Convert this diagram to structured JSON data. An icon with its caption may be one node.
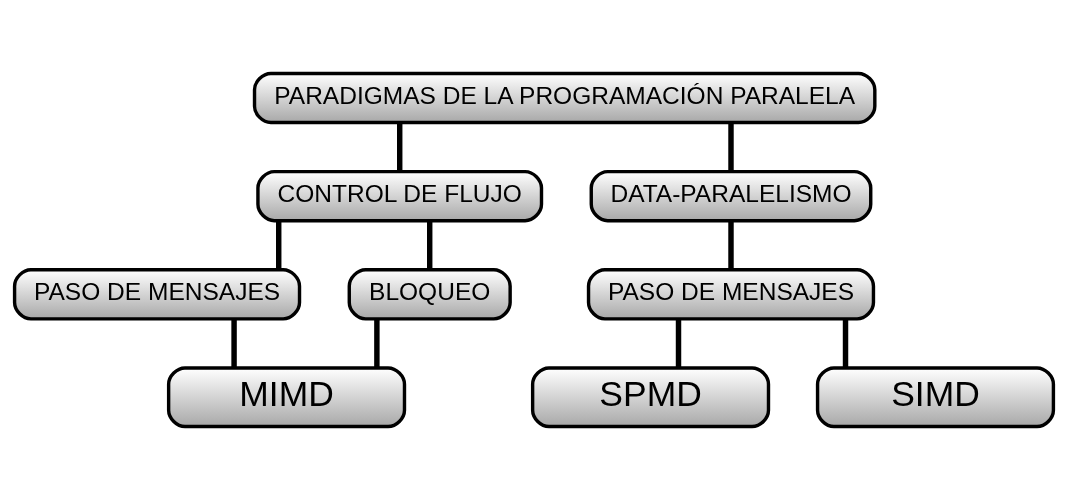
{
  "diagram": {
    "nodes": [
      {
        "text": [
          "PARADIGMAS DE LA PROGRAMACIÓN PARALELA"
        ]
      },
      {
        "text": [
          "CONTROL DE FLUJO"
        ]
      },
      {
        "text": [
          "DATA-PARALELISMO"
        ]
      },
      {
        "text": [
          "PASO DE MENSAJES"
        ]
      },
      {
        "text": [
          "BLOQUEO"
        ]
      },
      {
        "text": [
          "PASO DE MENSAJES"
        ]
      },
      {
        "text": [
          "MIMD"
        ]
      },
      {
        "text": [
          "SPMD"
        ]
      },
      {
        "text": [
          "SIMD"
        ]
      }
    ],
    "edges": [
      {
        "from": 0,
        "to": 1,
        "arrow": "none"
      },
      {
        "from": 0,
        "to": 2,
        "arrow": "none"
      },
      {
        "from": 1,
        "to": 3,
        "arrow": "none"
      },
      {
        "from": 1,
        "to": 4,
        "arrow": "none"
      },
      {
        "from": 2,
        "to": 5,
        "arrow": "none"
      },
      {
        "from": 3,
        "to": 6,
        "arrow": "none"
      },
      {
        "from": 4,
        "to": 6,
        "arrow": "none"
      },
      {
        "from": 5,
        "to": 7,
        "arrow": "none"
      },
      {
        "from": 5,
        "to": 8,
        "arrow": "none"
      }
    ]
  }
}
